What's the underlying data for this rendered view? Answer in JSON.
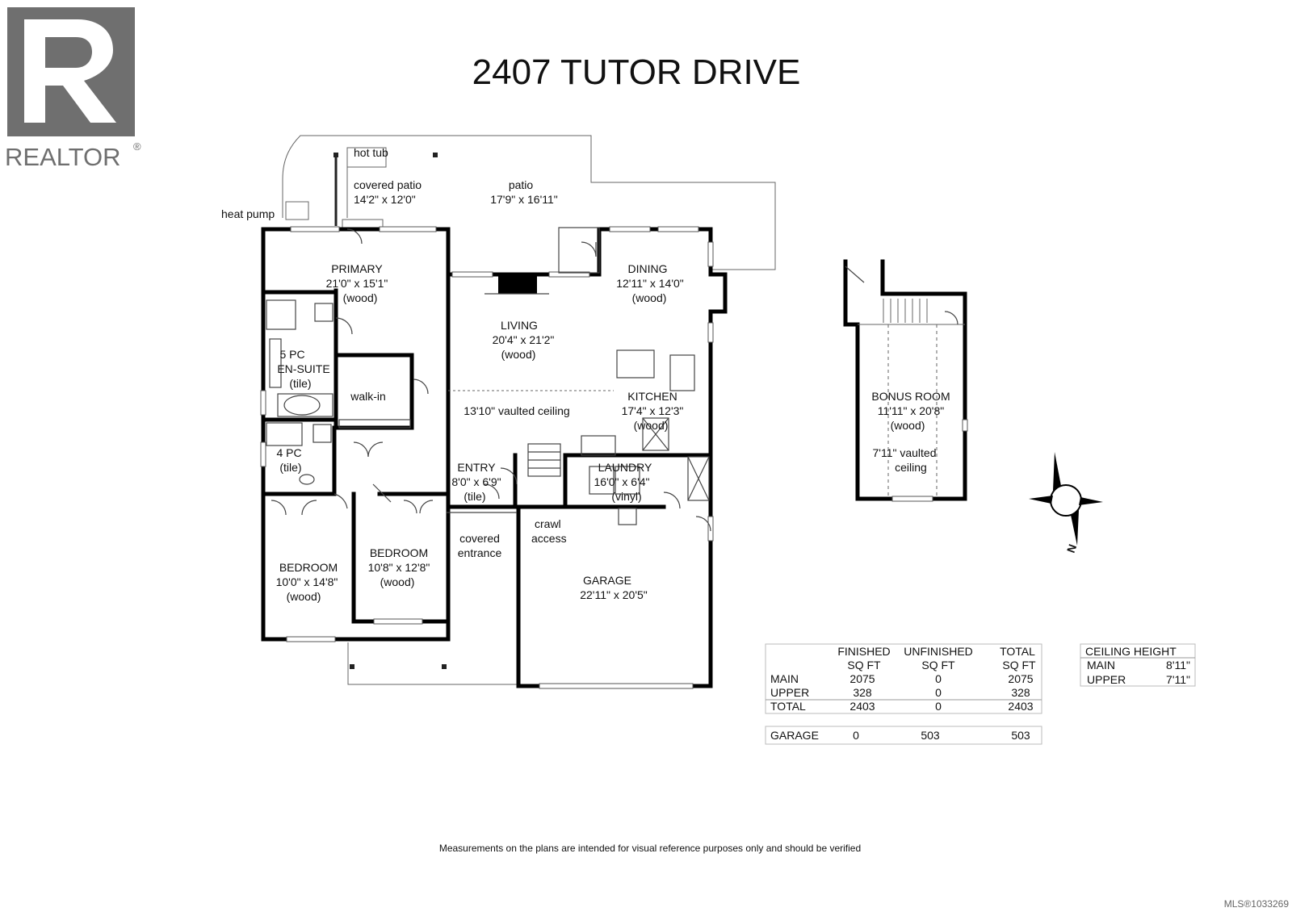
{
  "title": "2407 TUTOR DRIVE",
  "logo": {
    "text": "REALTOR",
    "mark": "®",
    "color": "#6f6f6f"
  },
  "labels": {
    "hot_tub": "hot tub",
    "covered_patio": "covered patio",
    "covered_patio_dim": "14'2\" x 12'0\"",
    "patio": "patio",
    "patio_dim": "17'9\" x 16'11\"",
    "heat_pump": "heat pump",
    "primary": "PRIMARY",
    "primary_dim": "21'0\" x 15'1\"",
    "primary_floor": "(wood)",
    "dining": "DINING",
    "dining_dim": "12'11\" x 14'0\"",
    "dining_floor": "(wood)",
    "living": "LIVING",
    "living_dim": "20'4\" x 21'2\"",
    "living_floor": "(wood)",
    "ensuite_1": "5 PC",
    "ensuite_2": "EN-SUITE",
    "ensuite_floor": "(tile)",
    "walk_in": "walk-in",
    "vaulted": "13'10\" vaulted ceiling",
    "kitchen": "KITCHEN",
    "kitchen_dim": "17'4\" x 12'3\"",
    "kitchen_floor": "(wood)",
    "bath4": "4 PC",
    "bath4_floor": "(tile)",
    "entry": "ENTRY",
    "entry_dim": "8'0\" x 6'9\"",
    "entry_floor": "(tile)",
    "laundry": "LAUNDRY",
    "laundry_dim": "16'0\" x 6'4\"",
    "laundry_floor": "(vinyl)",
    "crawl_1": "crawl",
    "crawl_2": "access",
    "covered_entrance_1": "covered",
    "covered_entrance_2": "entrance",
    "bedroom1": "BEDROOM",
    "bedroom1_dim": "10'0\" x 14'8\"",
    "bedroom1_floor": "(wood)",
    "bedroom2": "BEDROOM",
    "bedroom2_dim": "10'8\" x 12'8\"",
    "bedroom2_floor": "(wood)",
    "garage": "GARAGE",
    "garage_dim": "22'11\" x 20'5\"",
    "bonus": "BONUS ROOM",
    "bonus_dim": "11'11\" x 20'8\"",
    "bonus_floor": "(wood)",
    "bonus_vault_1": "7'11\" vaulted",
    "bonus_vault_2": "ceiling",
    "compass_n": "N"
  },
  "area_table": {
    "headers": [
      {
        "line1": "FINISHED",
        "line2": "SQ FT"
      },
      {
        "line1": "UNFINISHED",
        "line2": "SQ FT"
      },
      {
        "line1": "TOTAL",
        "line2": "SQ FT"
      }
    ],
    "rows": [
      {
        "label": "MAIN",
        "finished": "2075",
        "unfinished": "0",
        "total": "2075"
      },
      {
        "label": "UPPER",
        "finished": "328",
        "unfinished": "0",
        "total": "328"
      },
      {
        "label": "TOTAL",
        "finished": "2403",
        "unfinished": "0",
        "total": "2403"
      }
    ],
    "garage": {
      "label": "GARAGE",
      "finished": "0",
      "unfinished": "503",
      "total": "503"
    }
  },
  "ceiling_table": {
    "header": "CEILING HEIGHT",
    "rows": [
      {
        "label": "MAIN",
        "value": "8'11\""
      },
      {
        "label": "UPPER",
        "value": "7'11\""
      }
    ]
  },
  "disclaimer": "Measurements on the plans are intended for visual reference purposes only and should be verified",
  "mls": "MLS®1033269"
}
